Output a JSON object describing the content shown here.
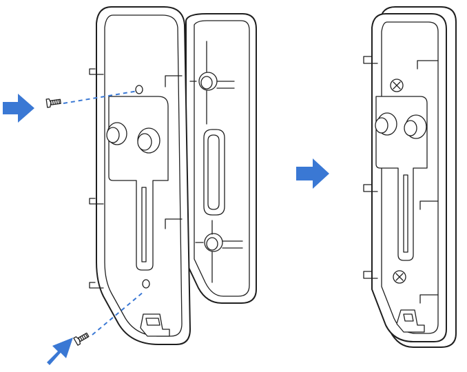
{
  "figure": {
    "steps": [
      {
        "id": "mount-screws-to-plate"
      },
      {
        "id": "attached-result"
      }
    ]
  },
  "colors": {
    "arrow": "#3A78D4",
    "guide_line": "#3A78D4",
    "line_art": "#1F1F1F",
    "background": "#FFFFFF"
  },
  "icons": [
    "arrow-right-icon",
    "screw-icon",
    "mounting-plate",
    "wall-bracket",
    "doorbell-back"
  ]
}
